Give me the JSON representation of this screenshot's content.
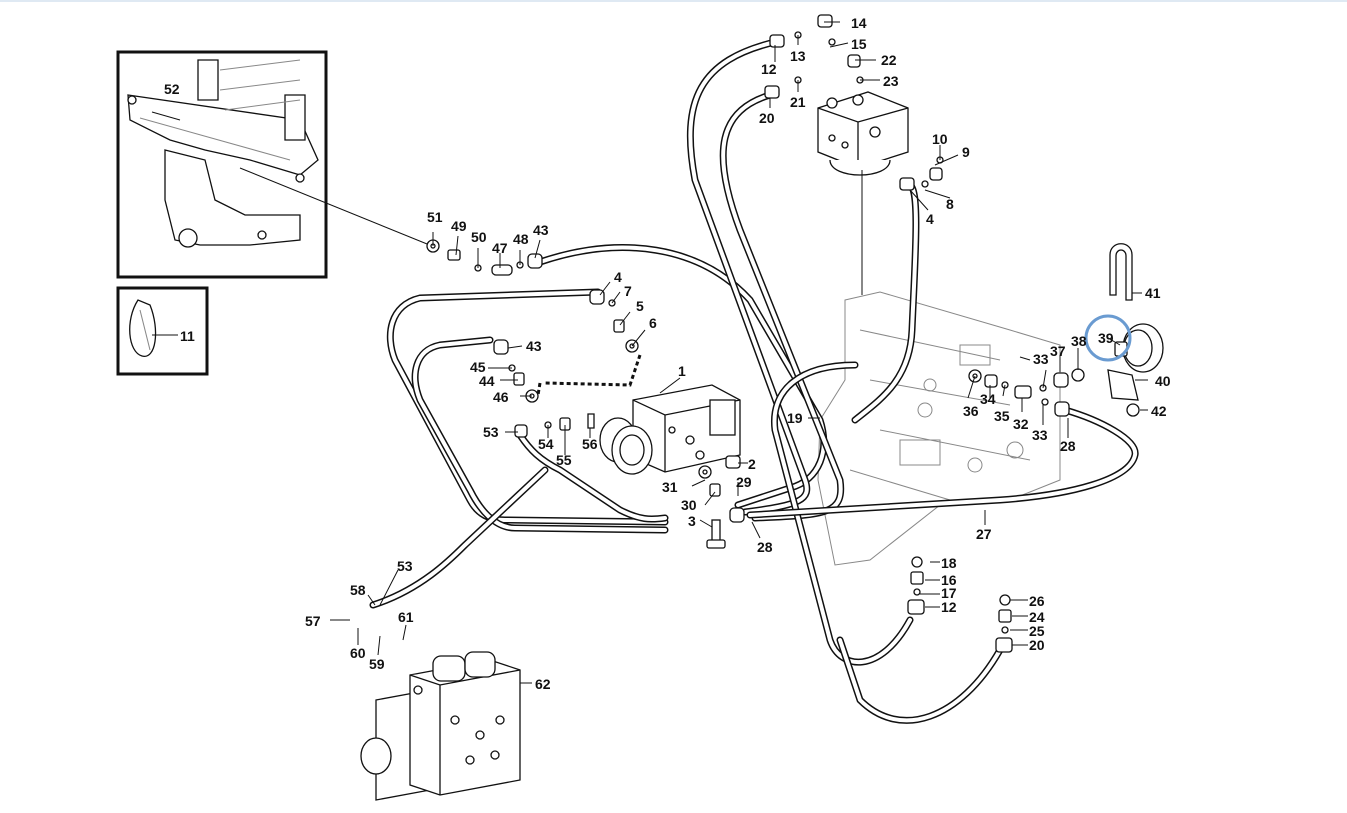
{
  "highlight_color": "#6a9bd1",
  "labels": {
    "l1": "1",
    "l2": "2",
    "l3": "3",
    "l4a": "4",
    "l4b": "4",
    "l5": "5",
    "l6": "6",
    "l7": "7",
    "l8": "8",
    "l9": "9",
    "l10": "10",
    "l11": "11",
    "l12a": "12",
    "l12b": "12",
    "l13": "13",
    "l14": "14",
    "l15": "15",
    "l16": "16",
    "l17": "17",
    "l18": "18",
    "l19": "19",
    "l20a": "20",
    "l20b": "20",
    "l21": "21",
    "l22": "22",
    "l23": "23",
    "l24": "24",
    "l25": "25",
    "l26": "26",
    "l27": "27",
    "l28a": "28",
    "l28b": "28",
    "l29": "29",
    "l30": "30",
    "l31": "31",
    "l32": "32",
    "l33a": "33",
    "l33b": "33",
    "l34": "34",
    "l35": "35",
    "l36": "36",
    "l37": "37",
    "l38": "38",
    "l39": "39",
    "l40": "40",
    "l41": "41",
    "l42": "42",
    "l43a": "43",
    "l43b": "43",
    "l44": "44",
    "l45": "45",
    "l46": "46",
    "l47": "47",
    "l48": "48",
    "l49": "49",
    "l50": "50",
    "l51": "51",
    "l52": "52",
    "l53a": "53",
    "l53b": "53",
    "l54": "54",
    "l55": "55",
    "l56": "56",
    "l57": "57",
    "l58": "58",
    "l59": "59",
    "l60": "60",
    "l61": "61",
    "l62": "62"
  }
}
